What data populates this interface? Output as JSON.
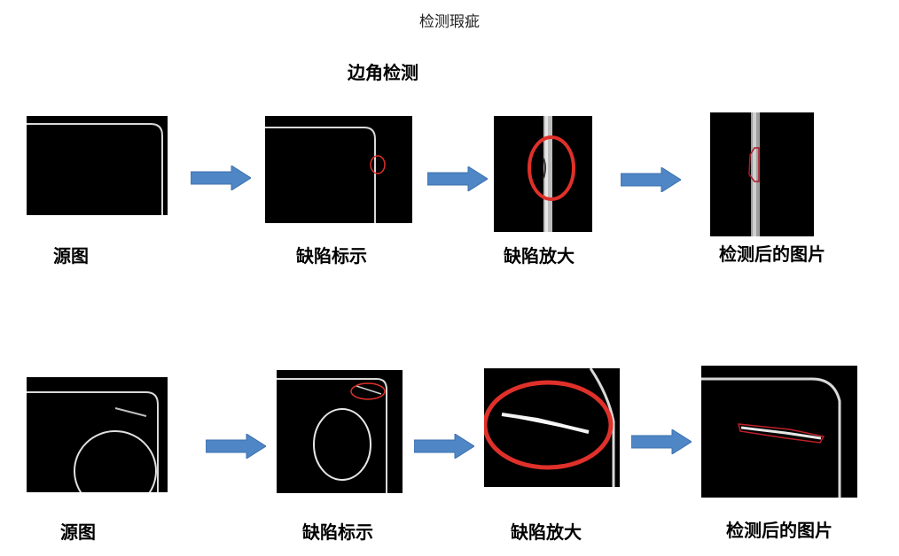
{
  "header": {
    "title": "检测瑕疵",
    "section": "边角检测"
  },
  "row1": {
    "captions": [
      "源图",
      "缺陷标示",
      "缺陷放大",
      "检测后的图片"
    ]
  },
  "row2": {
    "captions": [
      "源图",
      "缺陷标示",
      "缺陷放大",
      "检测后的图片"
    ]
  },
  "colors": {
    "arrow": "#4e86c6",
    "marker": "#e0302a",
    "background": "#000000"
  }
}
